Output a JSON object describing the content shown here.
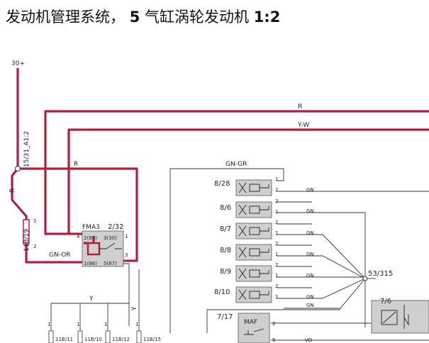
{
  "title": {
    "prefix": "发动机管理系统，",
    "number": "5",
    "middle": "气缸涡轮发动机",
    "page": "1:2"
  },
  "colors": {
    "power_wire": "#b0203c",
    "signal_wire": "#333333",
    "component_fill": "#cfcfcf"
  },
  "supply": {
    "label": "30+"
  },
  "connectors": {
    "fuse_vertical": "15/31_A1:2",
    "fuse_block": "11B/19",
    "fuse_pin_top": "1",
    "fuse_pin_bottom": "2",
    "bottom": [
      "11B/11",
      "11B/10",
      "11B/12",
      "11B/15"
    ],
    "bottom_pin": "1"
  },
  "wires": {
    "r_top": "R",
    "yw_top": "Y-W",
    "r_left": "R",
    "r_mid": "R",
    "gn_or": "GN-OR",
    "y_horizontal": "Y",
    "y_vertical": "Y",
    "gn_gr": "GN-GR",
    "gn": "GN",
    "vo": "VO"
  },
  "relay": {
    "name": "FMA3",
    "id": "2/32",
    "pin_85": "2(85)",
    "pin_30": "3(30)",
    "pin_86": "1(86)",
    "pin_87": "5(87)",
    "pin_4": "4",
    "pin_1": "1",
    "pin_3": "3"
  },
  "injectors": [
    {
      "id": "8/28",
      "pin_a": "1",
      "pin_b": "2"
    },
    {
      "id": "8/6",
      "pin_a": "2",
      "pin_b": "1"
    },
    {
      "id": "8/7",
      "pin_a": "2",
      "pin_b": "1"
    },
    {
      "id": "8/8",
      "pin_a": "2",
      "pin_b": "1"
    },
    {
      "id": "8/9",
      "pin_a": "2",
      "pin_b": "1"
    },
    {
      "id": "8/10",
      "pin_a": "2",
      "pin_b": "1"
    }
  ],
  "splice": {
    "id": "53/315"
  },
  "maf": {
    "id": "7/17",
    "label": "MAF",
    "pin_2": "2",
    "pin_5": "5"
  },
  "sensor": {
    "id": "7/6"
  }
}
